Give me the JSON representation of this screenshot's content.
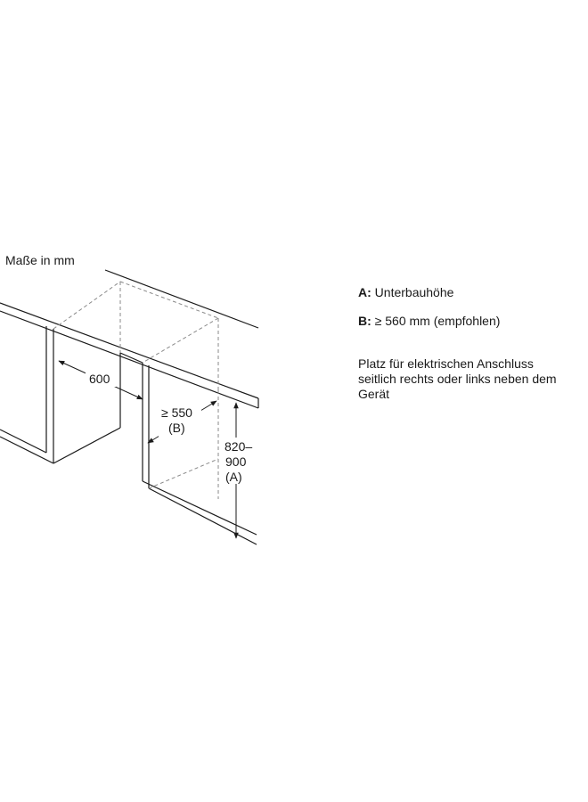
{
  "title": "Maße in mm",
  "legend": {
    "a_key": "A:",
    "a_text": "Unterbauhöhe",
    "b_key": "B:",
    "b_text": "≥ 560 mm (empfohlen)"
  },
  "note": [
    "Platz für elektrischen Anschluss",
    "seitlich rechts oder links neben dem",
    "Gerät"
  ],
  "dimensions": {
    "width": "600",
    "depth_value": "≥ 550",
    "depth_label_open": "(",
    "depth_label_key": "B",
    "depth_label_close": ")",
    "height_line1": "820–",
    "height_line2": "900",
    "height_label_open": "(",
    "height_label_key": "A",
    "height_label_close": ")"
  }
}
